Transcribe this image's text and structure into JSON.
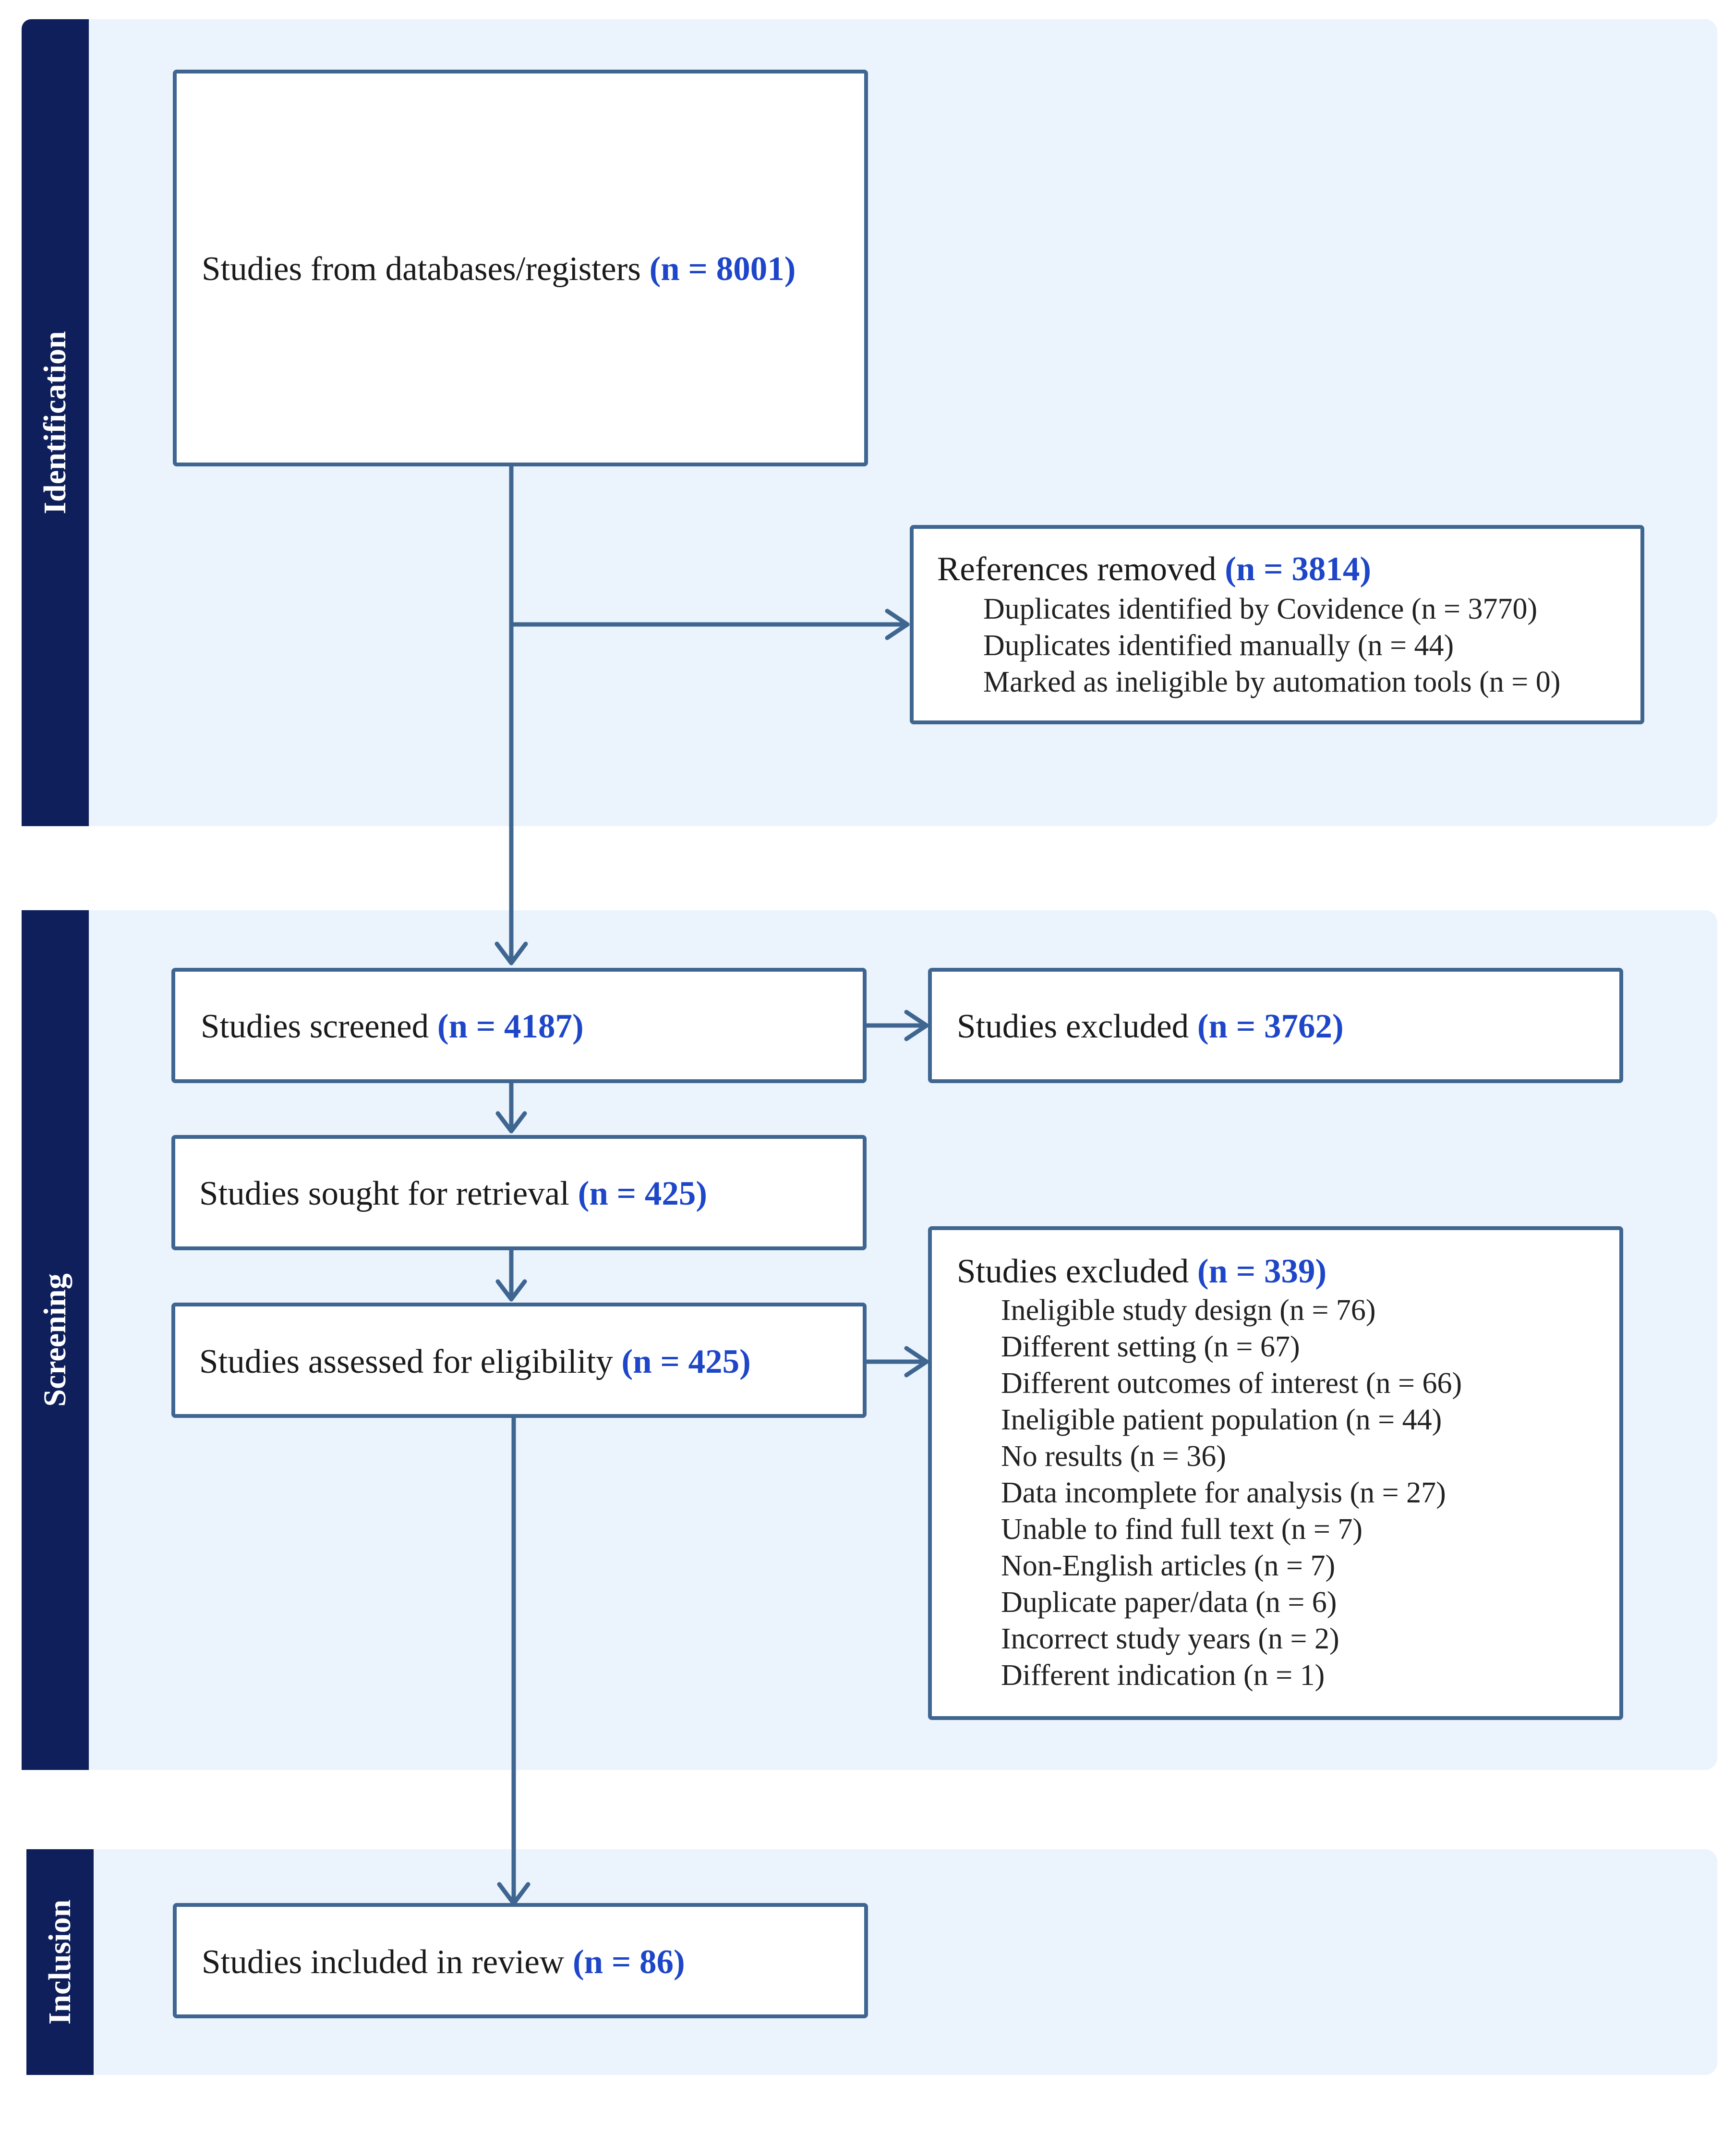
{
  "sections": {
    "identification": "Identification",
    "screening": "Screening",
    "inclusion": "Inclusion"
  },
  "boxes": {
    "databases": {
      "label": "Studies from databases/registers",
      "count": "(n = 8001)"
    },
    "removed": {
      "label": "References removed",
      "count": "(n = 3814)",
      "items": [
        "Duplicates identified by Covidence (n = 3770)",
        "Duplicates identified manually (n = 44)",
        "Marked as ineligible by automation tools (n = 0)"
      ]
    },
    "screened": {
      "label": "Studies screened",
      "count": "(n = 4187)"
    },
    "excluded_screen": {
      "label": "Studies excluded",
      "count": "(n = 3762)"
    },
    "retrieval": {
      "label": "Studies sought for retrieval",
      "count": "(n = 425)"
    },
    "eligibility": {
      "label": "Studies assessed for eligibility",
      "count": "(n = 425)"
    },
    "excluded_full": {
      "label": "Studies excluded",
      "count": "(n = 339)",
      "items": [
        "Ineligible study design (n = 76)",
        "Different setting (n = 67)",
        "Different outcomes of interest (n = 66)",
        "Ineligible patient population (n = 44)",
        "No results (n = 36)",
        "Data incomplete for analysis (n = 27)",
        "Unable to find full text (n = 7)",
        "Non-English articles (n = 7)",
        "Duplicate paper/data (n = 6)",
        "Incorrect study years (n = 2)",
        "Different indication (n = 1)"
      ]
    },
    "included": {
      "label": "Studies included in review",
      "count": "(n = 86)"
    }
  },
  "colors": {
    "section_background": "#ebf3fd",
    "section_tab": "#0e1f5c",
    "box_border": "#3e6690",
    "arrow": "#3e6690",
    "count_text": "#1e46c8"
  }
}
